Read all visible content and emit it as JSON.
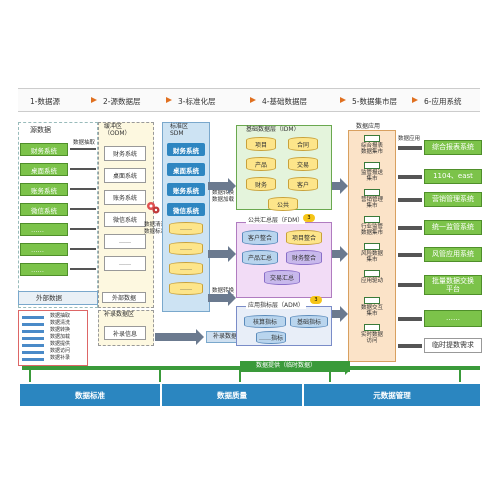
{
  "stages": [
    "1-数据源",
    "2-源数据层",
    "3-标准化层",
    "4-基础数据层",
    "5-数据集市层",
    "6-应用系统"
  ],
  "source_title": "源数据",
  "sources": [
    "财务系统",
    "桌面系统",
    "账务系统",
    "微信系统",
    "……",
    "……",
    "……"
  ],
  "external_source": "外部数据",
  "extract_label": "数据抽取",
  "ods": {
    "title": "缓冲区\n（ODM）",
    "items": [
      "财务系统",
      "桌面系统",
      "账务系统",
      "微信系统",
      "……",
      "……"
    ],
    "external": "外部数据",
    "supplement_title": "补录数据区",
    "supplement_item": "补录信息"
  },
  "clean_label": "数据清洗\n数据标准化",
  "sdm": {
    "title": "标准区\nSDM",
    "items": [
      "财务系统",
      "桌面系统",
      "账务系统",
      "微信系统"
    ],
    "dots": [
      "……",
      "……",
      "……",
      "……"
    ]
  },
  "transform_label1": "数据转换\n数据加载",
  "transform_label2": "数据转换\n数据加载",
  "supplement_data": "补录数据",
  "idm": {
    "title": "基础数据层（IDM）",
    "items": [
      "项目",
      "合同",
      "产品",
      "交易",
      "财务",
      "客户",
      "公共"
    ]
  },
  "fdm": {
    "title": "公共汇总层（FDM）",
    "items": [
      "客户整合",
      "项目整合",
      "产品汇总",
      "财务整合",
      "交易汇总"
    ]
  },
  "adm": {
    "title": "应用指标层（ADM）",
    "items": [
      "核算指标",
      "基础指标",
      "……指标"
    ]
  },
  "mart": {
    "title": "数据应用",
    "items": [
      "综合报表\n数据集市",
      "监管报送\n集市",
      "营销管理\n集市",
      "行业监管\n数据集市",
      "风险数据\n集市",
      "应用驱动",
      "数据交互\n集市",
      "实时数据\n访问"
    ]
  },
  "mart_label": "数据应用",
  "apps": [
    "综合报表系统",
    "1104、east",
    "营销管理系统",
    "统一监管系统",
    "风管应用系统",
    "批量数据交换\n平台",
    "……",
    "临时提数需求"
  ],
  "badge": "3",
  "bottom_arrow_label": "数据提供（临时数据）",
  "legend": [
    "数据抽取",
    "数据清洗",
    "数据转换",
    "数据加载",
    "数据提供",
    "数据访问",
    "数据补录"
  ],
  "bottom_bars": [
    "数据标准",
    "数据质量",
    "元数据管理"
  ],
  "colors": {
    "accent_blue": "#2b86c0",
    "source_green": "#7cc34a",
    "stage_arrow": "#e07020",
    "idm_bg": "#e4f4dc",
    "fdm_bg": "#f2dcf6",
    "mart_bg": "#fbe3c8"
  }
}
